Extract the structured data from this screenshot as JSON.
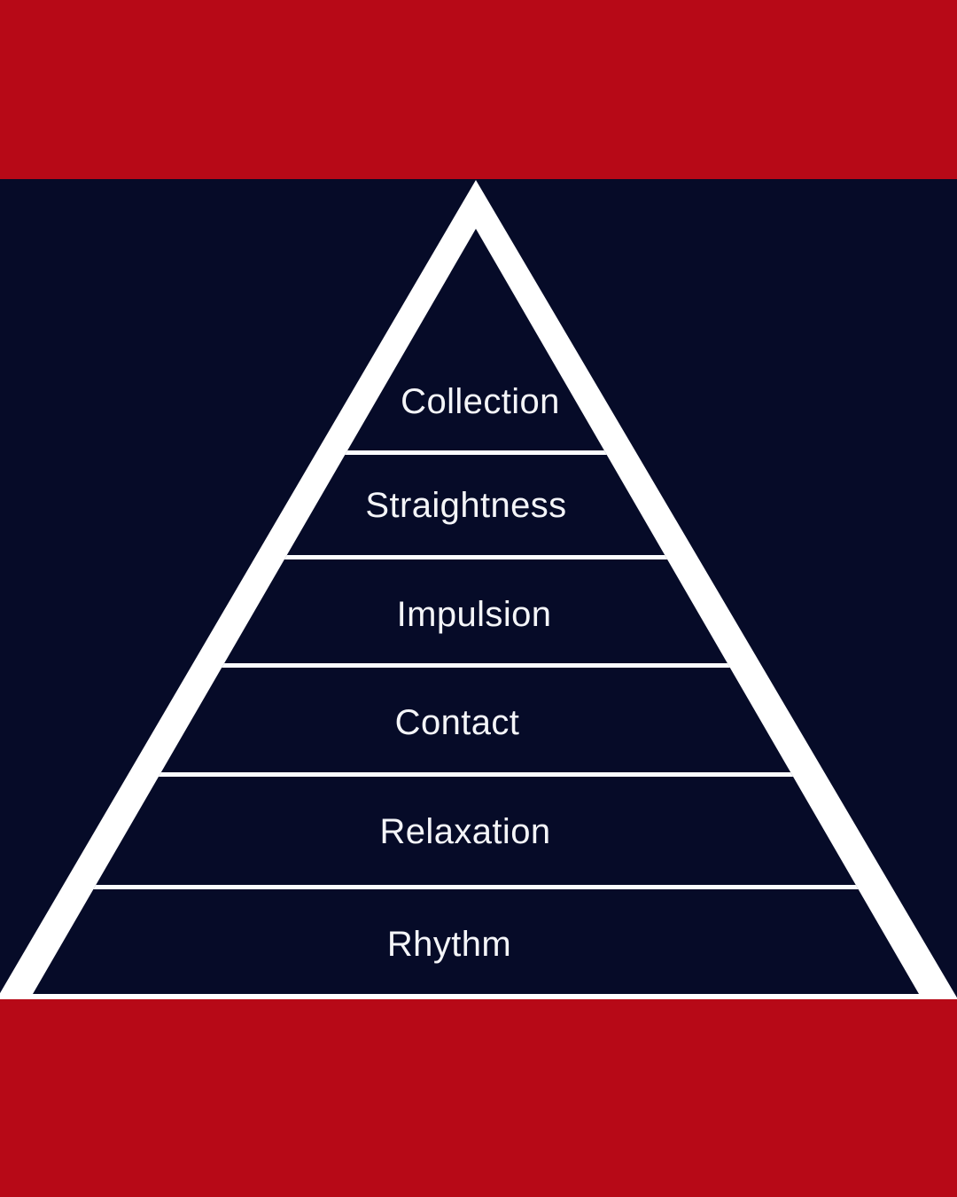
{
  "pyramid": {
    "levels": [
      {
        "label": "Collection"
      },
      {
        "label": "Straightness"
      },
      {
        "label": "Impulsion"
      },
      {
        "label": "Contact"
      },
      {
        "label": "Relaxation"
      },
      {
        "label": "Rhythm"
      }
    ]
  },
  "colors": {
    "band_red": "#B70917",
    "navy": "#060B28",
    "outline_white": "#FFFFFF",
    "divider_white": "#FBFCFE",
    "label_white": "#F4F5F8"
  }
}
